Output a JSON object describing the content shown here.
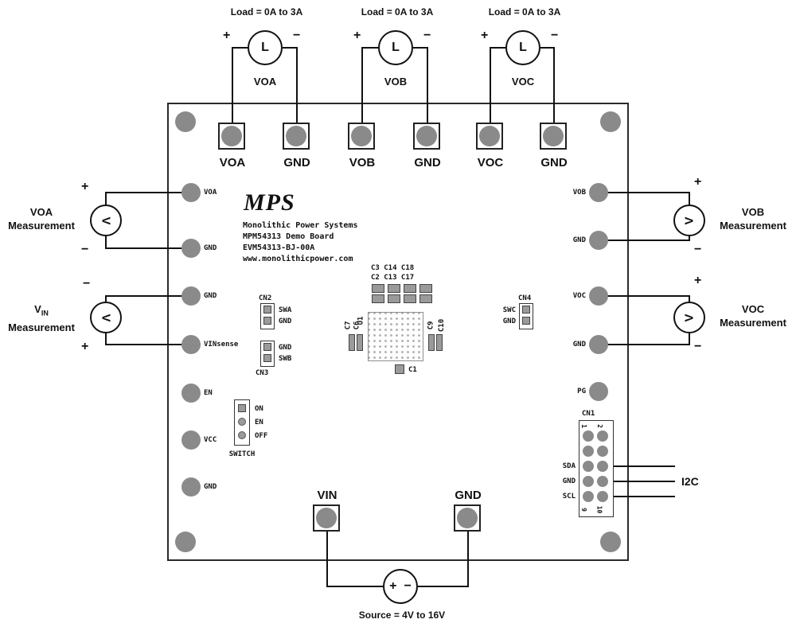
{
  "loads": [
    {
      "title": "Load = 0A to 3A",
      "symbol": "L",
      "plus": "+",
      "minus": "−",
      "name": "VOA"
    },
    {
      "title": "Load = 0A to 3A",
      "symbol": "L",
      "plus": "+",
      "minus": "−",
      "name": "VOB"
    },
    {
      "title": "Load = 0A to 3A",
      "symbol": "L",
      "plus": "+",
      "minus": "−",
      "name": "VOC"
    }
  ],
  "board": {
    "logo_text": "MPS",
    "silkscreen": {
      "line1": "Monolithic Power Systems",
      "line2": "MPM54313 Demo Board",
      "line3": "EVM54313-BJ-00A",
      "line4": "www.monolithicpower.com"
    },
    "top_pads": [
      {
        "label": "VOA"
      },
      {
        "label": "GND"
      },
      {
        "label": "VOB"
      },
      {
        "label": "GND"
      },
      {
        "label": "VOC"
      },
      {
        "label": "GND"
      }
    ],
    "left_pads": [
      {
        "label": "VOA"
      },
      {
        "label": "GND"
      },
      {
        "label": "GND"
      },
      {
        "label": "VINsense"
      },
      {
        "label": "EN"
      },
      {
        "label": "VCC"
      },
      {
        "label": "GND"
      }
    ],
    "right_pads": [
      {
        "label": "VOB"
      },
      {
        "label": "GND"
      },
      {
        "label": "VOC"
      },
      {
        "label": "GND"
      },
      {
        "label": "PG"
      }
    ],
    "bottom_pads": [
      {
        "label": "VIN"
      },
      {
        "label": "GND"
      }
    ],
    "cn2": {
      "label": "CN2",
      "pin1": "SWA",
      "pin2": "GND"
    },
    "cn3": {
      "label": "CN3",
      "pin1": "GND",
      "pin2": "SWB"
    },
    "cn4": {
      "label": "CN4",
      "pin1": "SWC",
      "pin2": "GND"
    },
    "switch": {
      "label": "SWITCH",
      "pos1": "ON",
      "pos2": "EN",
      "pos3": "OFF"
    },
    "cn1": {
      "label": "CN1",
      "pin_top_left": "1",
      "pin_top_right": "2",
      "pin_bottom_left": "9",
      "pin_bottom_right": "10",
      "sig1": "SDA",
      "sig2": "GND",
      "sig3": "SCL"
    },
    "components": {
      "caps_top_line1": "C3 C14 C18",
      "caps_top_line2": "C2 C13 C17",
      "u1": "U1",
      "c7": "C7",
      "c6": "C6",
      "c9": "C9",
      "c10": "C10",
      "c1": "C1"
    }
  },
  "meters": [
    {
      "line1": "VOA",
      "line2": "Measurement",
      "symbol": "V",
      "top_sign": "+",
      "bottom_sign": "−"
    },
    {
      "line1_main": "V",
      "line1_sub": "IN",
      "line2": "Measurement",
      "symbol": "V",
      "top_sign": "−",
      "bottom_sign": "+"
    },
    {
      "line1": "VOB",
      "line2": "Measurement",
      "symbol": "V",
      "top_sign": "+",
      "bottom_sign": "−"
    },
    {
      "line1": "VOC",
      "line2": "Measurement",
      "symbol": "V",
      "top_sign": "+",
      "bottom_sign": "−"
    }
  ],
  "source": {
    "plus": "+",
    "minus": "−",
    "label": "Source = 4V to 16V"
  },
  "i2c": {
    "label": "I2C"
  }
}
